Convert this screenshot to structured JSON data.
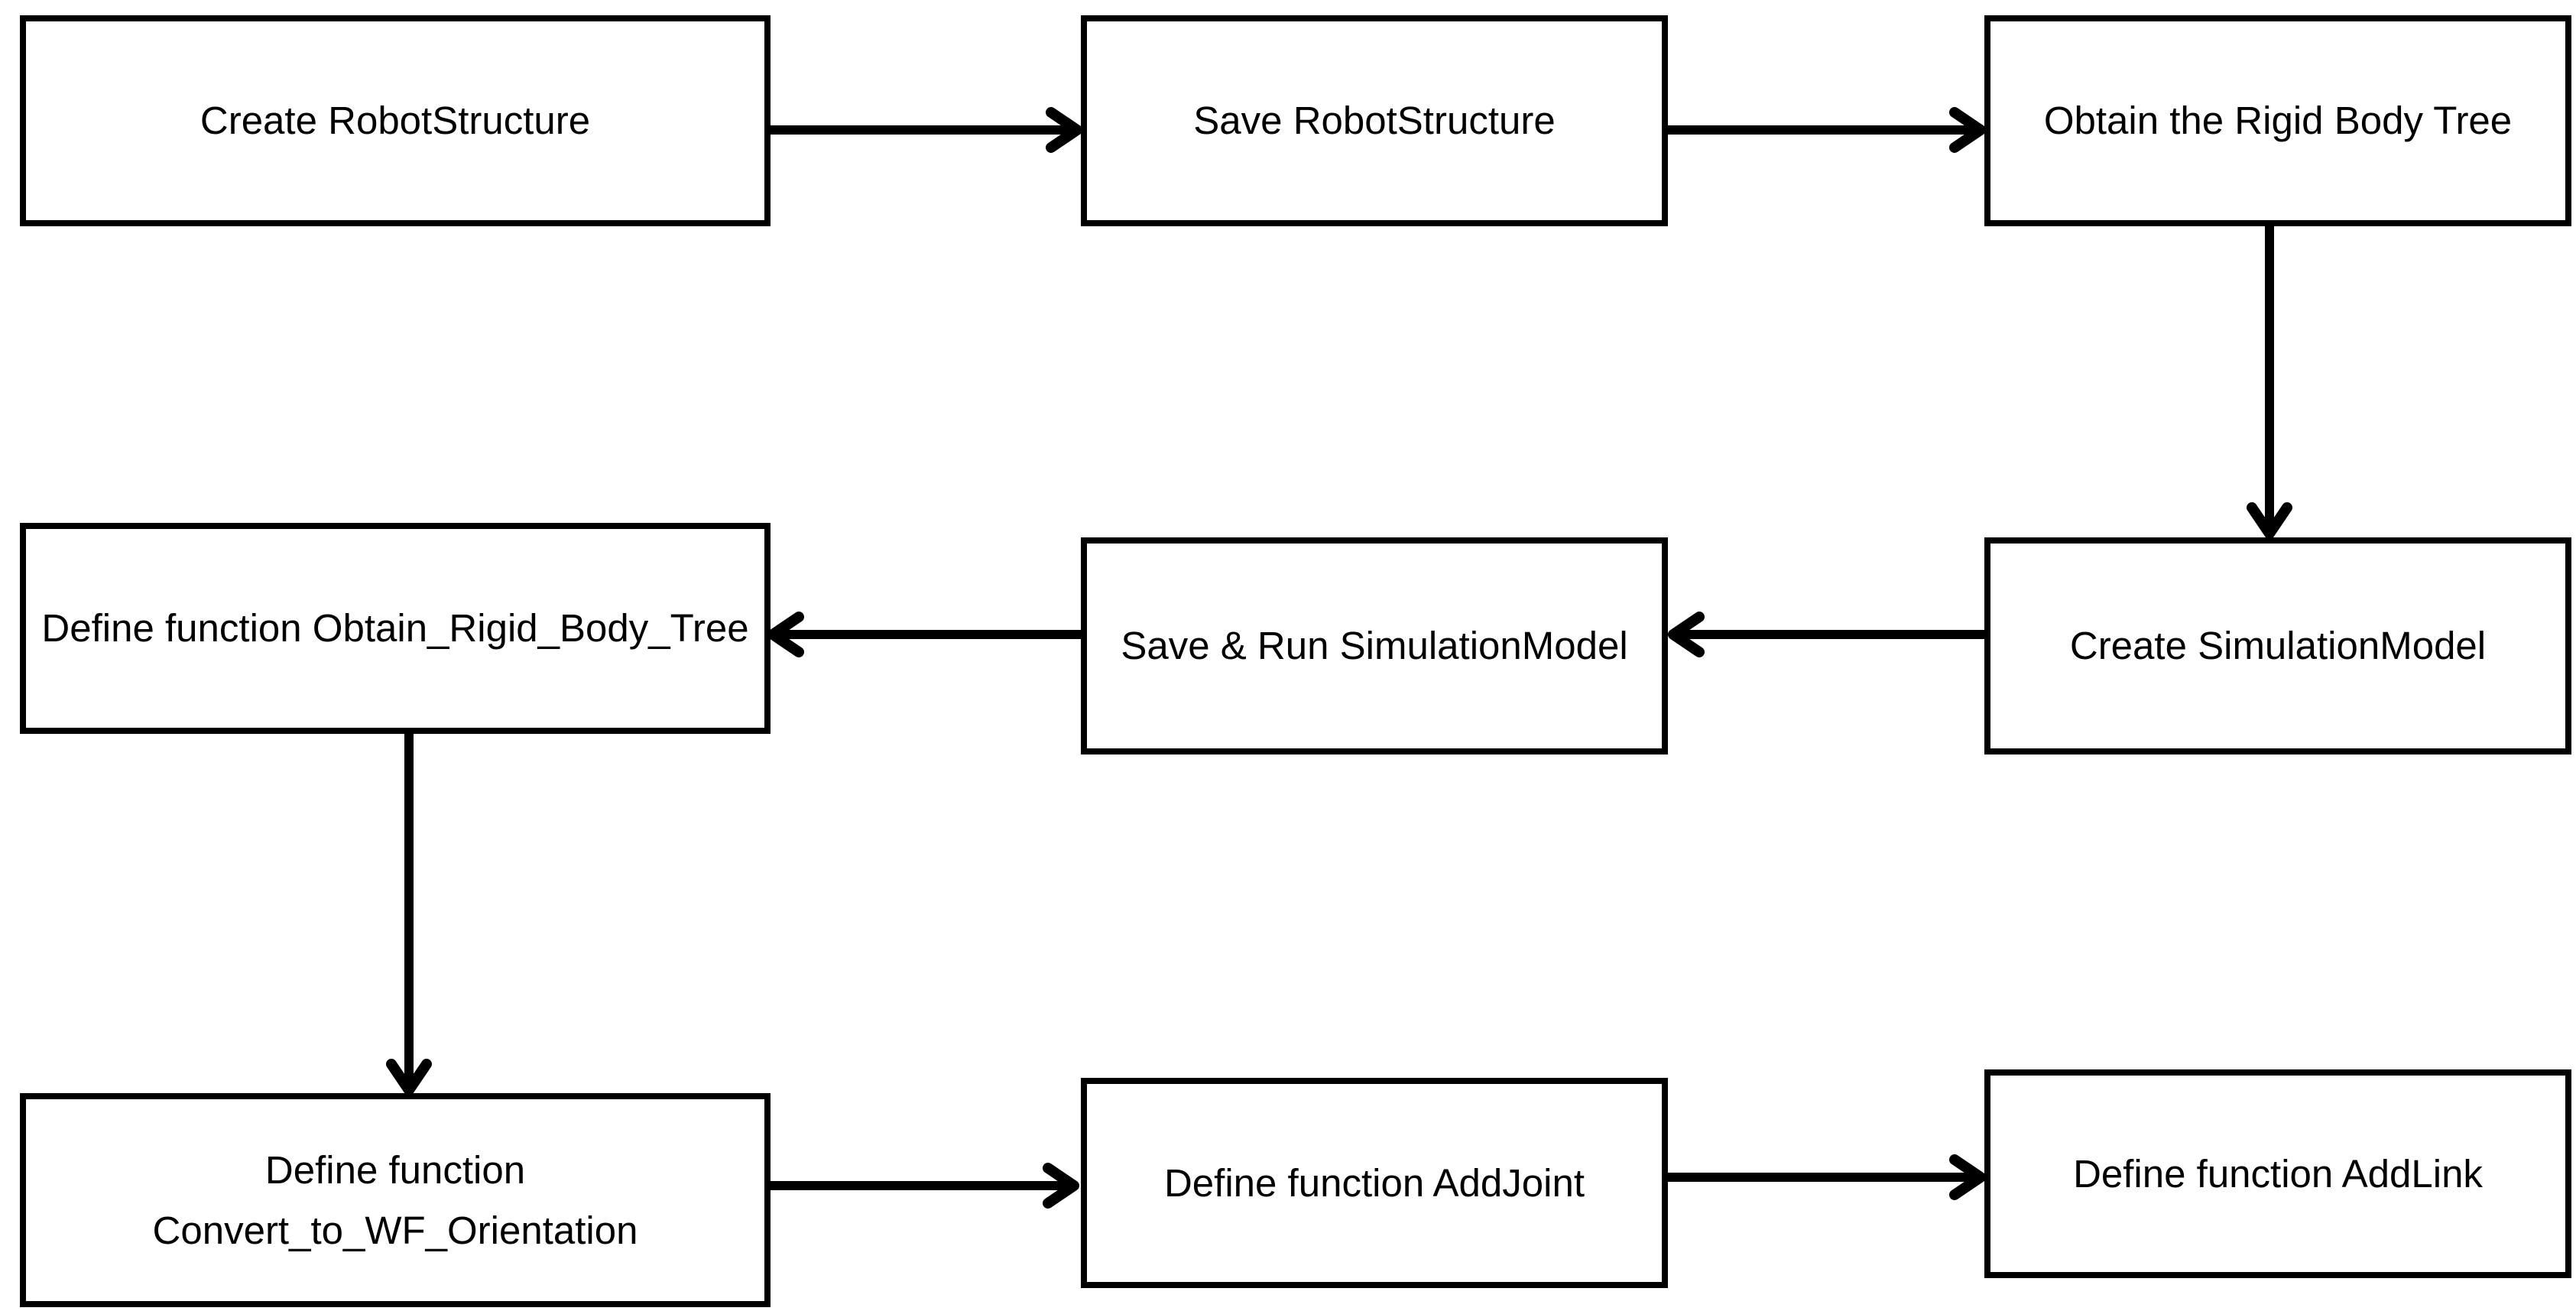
{
  "diagram": {
    "type": "flowchart",
    "colors": {
      "background": "#ffffff",
      "node_fill": "#ffffff",
      "node_border": "#000000",
      "text": "#000000",
      "arrow": "#000000"
    },
    "nodes": [
      {
        "id": "create-robotstructure",
        "row": 1,
        "col": 1,
        "label": "Create RobotStructure"
      },
      {
        "id": "save-robotstructure",
        "row": 1,
        "col": 2,
        "label": "Save RobotStructure"
      },
      {
        "id": "obtain-rigid-body-tree",
        "row": 1,
        "col": 3,
        "label": "Obtain the Rigid Body Tree"
      },
      {
        "id": "define-function-obtain-rigid-body-tree",
        "row": 2,
        "col": 1,
        "label": "Define function Obtain_Rigid_Body_Tree"
      },
      {
        "id": "save-run-simulationmodel",
        "row": 2,
        "col": 2,
        "label": "Save & Run SimulationModel"
      },
      {
        "id": "create-simulationmodel",
        "row": 2,
        "col": 3,
        "label": "Create SimulationModel"
      },
      {
        "id": "define-function-convert-to-wf-orientation",
        "row": 3,
        "col": 1,
        "label": "Define function Convert_to_WF_Orientation"
      },
      {
        "id": "define-function-addjoint",
        "row": 3,
        "col": 2,
        "label": "Define function AddJoint"
      },
      {
        "id": "define-function-addlink",
        "row": 3,
        "col": 3,
        "label": "Define function AddLink"
      }
    ],
    "edges": [
      {
        "from": "create-robotstructure",
        "to": "save-robotstructure",
        "direction": "right"
      },
      {
        "from": "save-robotstructure",
        "to": "obtain-rigid-body-tree",
        "direction": "right"
      },
      {
        "from": "obtain-rigid-body-tree",
        "to": "create-simulationmodel",
        "direction": "down"
      },
      {
        "from": "create-simulationmodel",
        "to": "save-run-simulationmodel",
        "direction": "left"
      },
      {
        "from": "save-run-simulationmodel",
        "to": "define-function-obtain-rigid-body-tree",
        "direction": "left"
      },
      {
        "from": "define-function-obtain-rigid-body-tree",
        "to": "define-function-convert-to-wf-orientation",
        "direction": "down"
      },
      {
        "from": "define-function-convert-to-wf-orientation",
        "to": "define-function-addjoint",
        "direction": "right"
      },
      {
        "from": "define-function-addjoint",
        "to": "define-function-addlink",
        "direction": "right"
      }
    ]
  }
}
